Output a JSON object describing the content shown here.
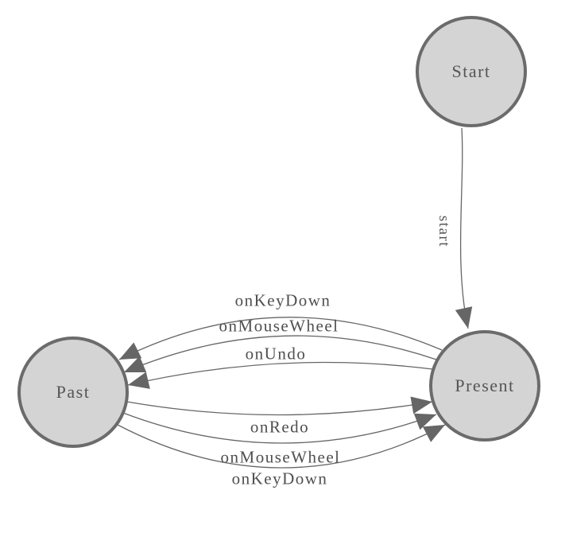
{
  "diagram": {
    "colors": {
      "background": "#ffffff",
      "node_fill": "#d4d4d4",
      "node_border": "#6b6b6b",
      "edge_line": "#666666",
      "node_text": "#555555",
      "edge_text": "#4f4f4f"
    },
    "nodes": [
      {
        "id": "start",
        "label": "Start"
      },
      {
        "id": "present",
        "label": "Present"
      },
      {
        "id": "past",
        "label": "Past"
      }
    ],
    "edges": [
      {
        "label": "start",
        "from": "Start",
        "to": "Present"
      },
      {
        "label": "onKeyDown",
        "from": "Present",
        "to": "Past"
      },
      {
        "label": "onMouseWheel",
        "from": "Present",
        "to": "Past"
      },
      {
        "label": "onUndo",
        "from": "Present",
        "to": "Past"
      },
      {
        "label": "onRedo",
        "from": "Past",
        "to": "Present"
      },
      {
        "label": "onMouseWheel",
        "from": "Past",
        "to": "Present"
      },
      {
        "label": "onKeyDown",
        "from": "Past",
        "to": "Present"
      }
    ]
  }
}
